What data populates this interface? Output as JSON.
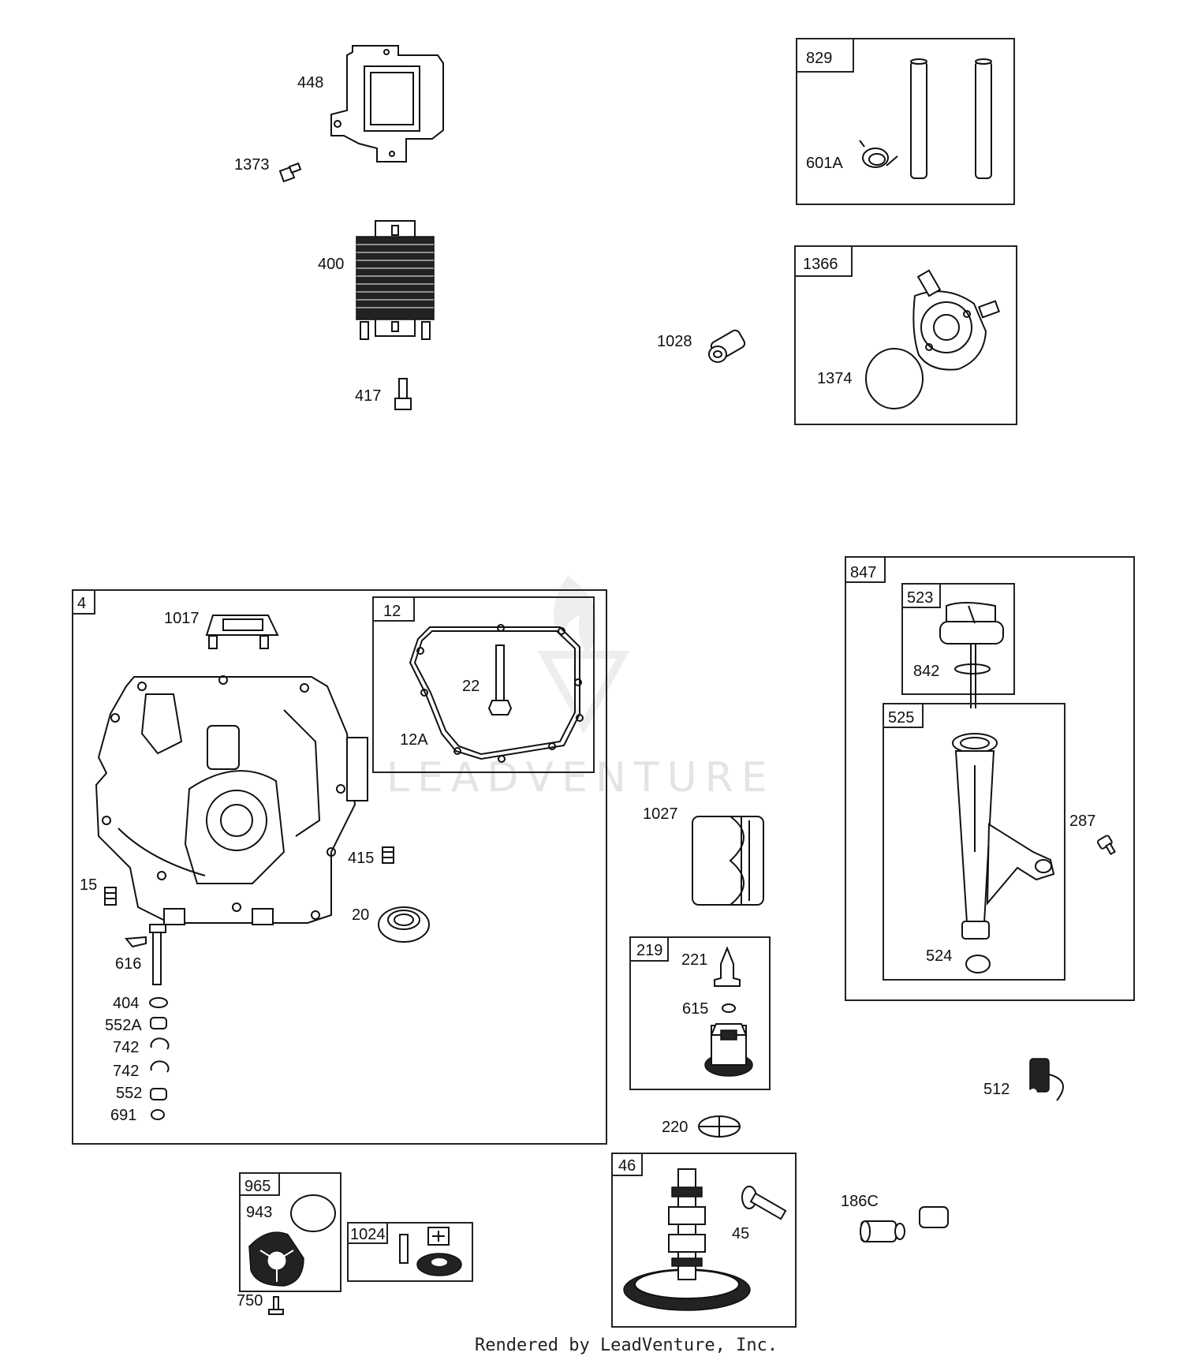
{
  "watermark": "LEADVENTURE",
  "credit": "Rendered by LeadVenture, Inc.",
  "boxes": {
    "b829": "829",
    "b1366": "1366",
    "b4": "4",
    "b12": "12",
    "b847": "847",
    "b523": "523",
    "b525": "525",
    "b219": "219",
    "b965": "965",
    "b1024": "1024",
    "b46": "46"
  },
  "parts": {
    "p448": "448",
    "p1373": "1373",
    "p400": "400",
    "p417": "417",
    "p601A": "601A",
    "p1028": "1028",
    "p1374": "1374",
    "p1017": "1017",
    "p22": "22",
    "p12A": "12A",
    "p415": "415",
    "p15": "15",
    "p20": "20",
    "p616": "616",
    "p404": "404",
    "p552A": "552A",
    "p742a": "742",
    "p742b": "742",
    "p552": "552",
    "p691": "691",
    "p842": "842",
    "p287": "287",
    "p524": "524",
    "p1027": "1027",
    "p221": "221",
    "p615": "615",
    "p220": "220",
    "p512": "512",
    "p186C": "186C",
    "p943": "943",
    "p750": "750",
    "p45": "45"
  }
}
